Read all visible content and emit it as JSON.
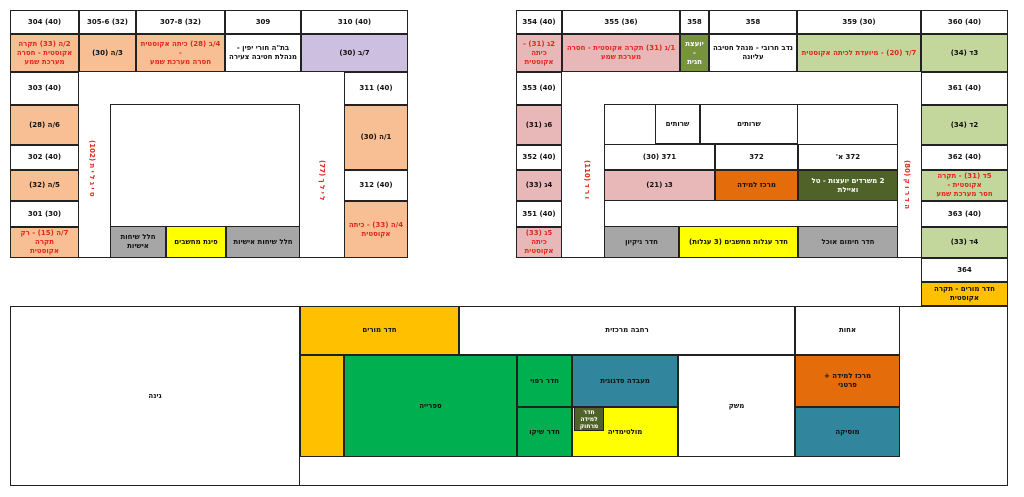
{
  "left_block": {
    "top_row": [
      "(40) 304",
      "(32) 305-6",
      "(32) 307-8",
      "309",
      "(40) 310"
    ],
    "row2": {
      "r1_a": "2/ה (33) תקרה",
      "r1_b": "אקוסטית - חסרה",
      "r1_c": "מערכת שמע",
      "r2": "3/ה (30)",
      "r3_a": "4/ב (28) כיתה אקוסטית -",
      "r3_b": "חסרה מערכת שמע",
      "r4_a": "בת\"ה חורי יפין -",
      "r4_b": "מנהלת חטיבה צעירה",
      "r5": "7/ב (30)"
    },
    "left_col": [
      "(40) 303",
      "6/ה (28)",
      "(40) 302",
      "5/ה (32)",
      "(30) 301"
    ],
    "left_bottom_a": "7/ה (15) - רק תקרה",
    "left_bottom_b": "אקוסטית",
    "right_col": [
      "(40) 311",
      "1/ה (30)",
      "(40) 312"
    ],
    "right_bottom_a": "4/ה (33) - כיתה",
    "right_bottom_b": "אקוסטית",
    "inner_bottom": [
      "חלל שיחות",
      "אישיות",
      "פינת מחשבים",
      "חלל שיחות אישיות"
    ],
    "corridor_left": "ס י ג ל י ת (102)",
    "corridor_right": "ל י ל ך (77)"
  },
  "right_block": {
    "top_row": [
      "(40) 354",
      "(36) 355",
      "358",
      "358",
      "(30) 359",
      "(40) 360"
    ],
    "row2": {
      "a_1": "2ג (31) - כיתה",
      "a_2": "אקוסטית",
      "b_1": "1/ג (31) תקרה אקוסטית - חסרה",
      "b_2": "מערכת שמע",
      "c_1": "יועצת -",
      "c_2": "חגית",
      "d_1": "נדב חרובי - מנהל חטיבה",
      "d_2": "עליונה",
      "e": "7/ד (20) - מיועדת לכיתה אקוסטית",
      "f": "3ד (34)"
    },
    "left_col": [
      "(40) 353",
      "6ג (31)",
      "(40) 352",
      "4ג (33)",
      "(40) 351"
    ],
    "left_bottom_a": "5ג (33) כיתה",
    "left_bottom_b": "אקוסטית",
    "right_col": [
      "(40) 361",
      "2ד (34)",
      "(40) 362"
    ],
    "right_col_b_a": "5ד (31) - תקרה אקוסטית -",
    "right_col_b_b": "חסר מערכת שמע",
    "right_col_c": [
      "(40) 363",
      "4ד (33)",
      "364"
    ],
    "right_col_d_a": "חדר מורים - תקרה",
    "right_col_d_b": "אקוסטית",
    "inner": {
      "toilets1": "שרותים",
      "toilets2": "שרותים",
      "r371": "371 (30)",
      "r372": "372",
      "r372a": "372 א'",
      "g3": "3ג (21)",
      "learning": "מרכז למידה",
      "counselors": "2 משרדים יועצות - טל ואיילת",
      "cleaning": "חדר ניקיון",
      "computers": "חדר עגלות מחשבים (3 עגלות)",
      "warming": "חדר חימום אוכל"
    },
    "corridor_left": "ו ר ד (110)",
    "corridor_right": "ה ד ר ו ק (80)"
  },
  "bottom_section": {
    "garden": "גינה",
    "teachers_room": "חדר מורים",
    "central_plaza": "רחבה מרכזית",
    "nurse": "אחות",
    "library": "ספרייה",
    "medical": "חדר רפוי",
    "pedagogy": "מעבדה פדגוגית",
    "learning_room_1": "חדר",
    "learning_room_2": "למידה",
    "learning_room_3": "מרחוק",
    "therapy": "חדר שיקו",
    "multimedia": "מולטימדיה",
    "kitchen": "משק",
    "learning_center_1": "מרכז למידה +",
    "learning_center_2": "פרטני",
    "music": "מוסיקה"
  }
}
